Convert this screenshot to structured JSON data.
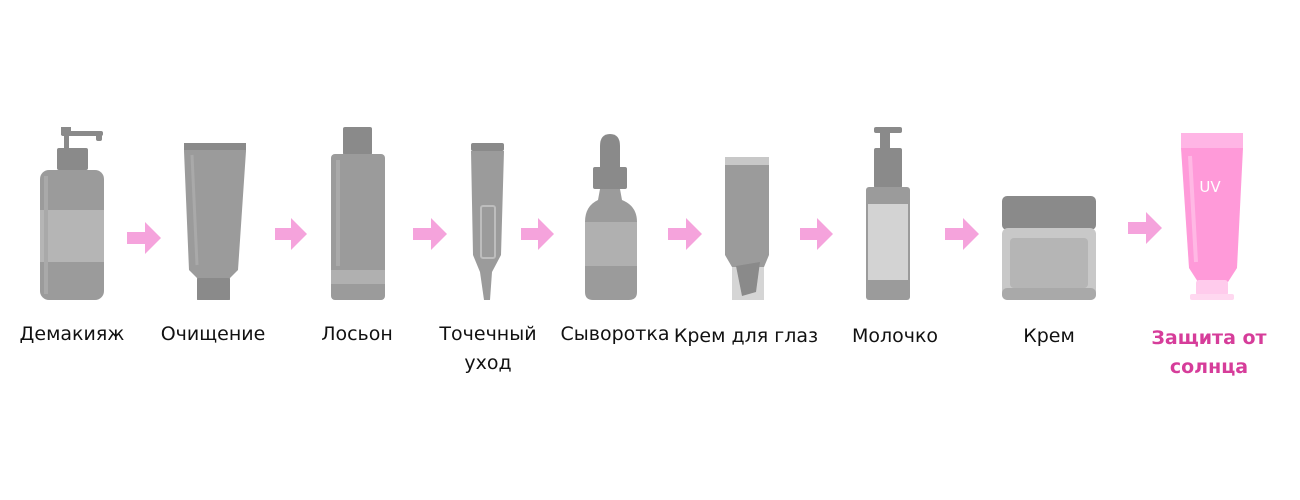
{
  "colors": {
    "product_gray": "#9b9b9b",
    "product_dark": "#8a8a8a",
    "product_light": "#c8c8c8",
    "arrow_pink": "#f5a3dc",
    "final_pink": "#ff9ad9",
    "final_label": "#d63d9a"
  },
  "steps": [
    {
      "label": "Демакияж",
      "icon": "pump-bottle-icon"
    },
    {
      "label": "Очищение",
      "icon": "tube-icon"
    },
    {
      "label": "Лосьон",
      "icon": "lotion-bottle-icon"
    },
    {
      "label": "Точечный уход",
      "icon": "spot-treatment-tube-icon"
    },
    {
      "label": "Сыворотка",
      "icon": "dropper-bottle-icon"
    },
    {
      "label": "Крем для глаз",
      "icon": "eye-cream-tube-icon"
    },
    {
      "label": "Молочко",
      "icon": "pump-flask-icon"
    },
    {
      "label": "Крем",
      "icon": "cream-jar-icon"
    },
    {
      "label": "Защита от солнца",
      "icon": "sunscreen-tube-icon",
      "badge": "UV",
      "highlight": true
    }
  ]
}
